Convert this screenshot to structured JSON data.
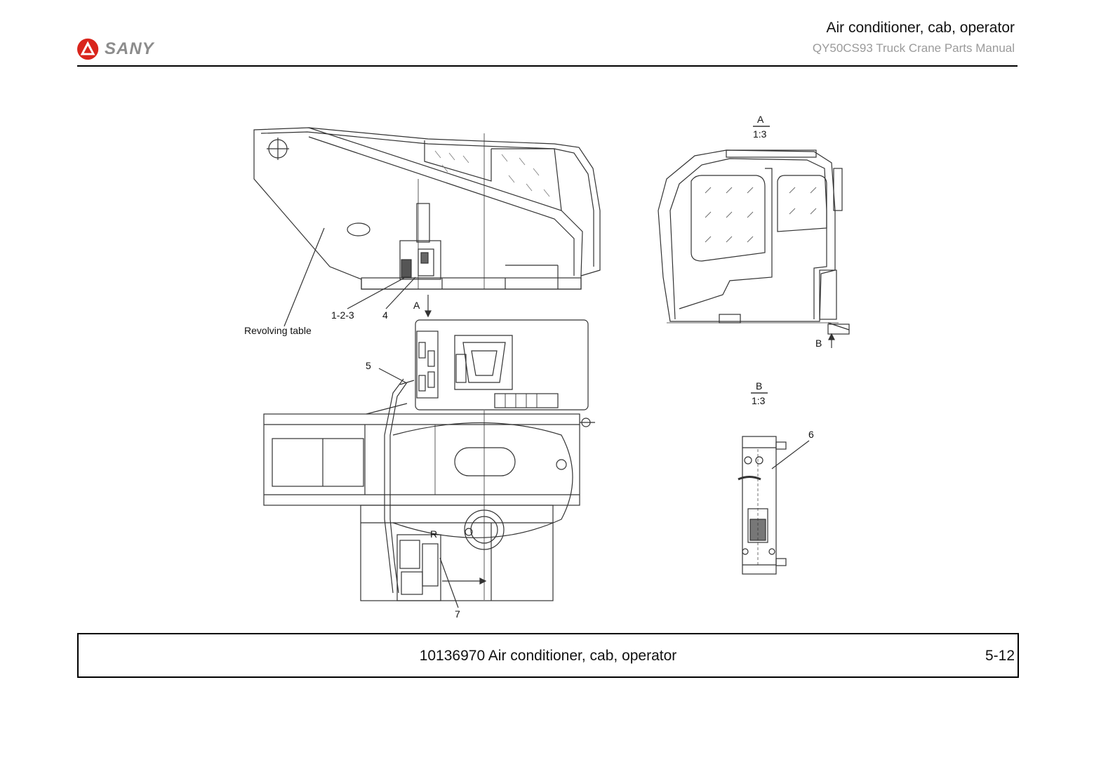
{
  "header": {
    "brand": "SANY",
    "title": "Air conditioner, cab, operator",
    "subtitle": "QY50CS93 Truck Crane  Parts Manual"
  },
  "drawing": {
    "callouts": {
      "c123": "1-2-3",
      "c4": "4",
      "c5": "5",
      "c6": "6",
      "c7": "7",
      "revolving": "Revolving table",
      "viewA_marker": "A",
      "viewB_marker": "B",
      "viewR_marker": "R"
    },
    "view_a": {
      "letter": "A",
      "scale": "1:3"
    },
    "view_b": {
      "letter": "B",
      "scale": "1:3"
    }
  },
  "footer": {
    "caption": "10136970 Air conditioner, cab, operator",
    "page": "5-12"
  }
}
